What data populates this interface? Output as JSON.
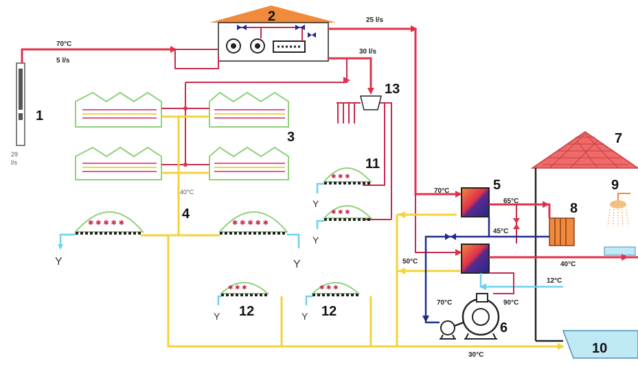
{
  "labels": {
    "n1": "1",
    "n2": "2",
    "n3": "3",
    "n4": "4",
    "n5": "5",
    "n6": "6",
    "n7": "7",
    "n8": "8",
    "n9": "9",
    "n10": "10",
    "n11": "11",
    "n12a": "12",
    "n12b": "12",
    "n13": "13"
  },
  "annotations": {
    "t70_top": "70°C",
    "f5": "5 l/s",
    "f25": "25 l/s",
    "f30": "30 l/s",
    "well_29": "29",
    "well_ls": "l/s",
    "t40_mid": "40°C",
    "t70_hx": "70°C",
    "t65": "65°C",
    "t45": "45°C",
    "t50": "50°C",
    "t40_right": "40°C",
    "t12": "12°C",
    "t70_pump": "70°C",
    "t90": "90°C",
    "t30": "30°C"
  },
  "colors": {
    "hot_line": "#e0304a",
    "warm_line": "#f4d23a",
    "cold_line": "#6fd0ee",
    "navy_line": "#1f2a8c",
    "roof": "#f08a3c",
    "house_roof": "#f06a6a",
    "greenhouse": "#8fd07a",
    "pool": "#bfe9f5"
  }
}
